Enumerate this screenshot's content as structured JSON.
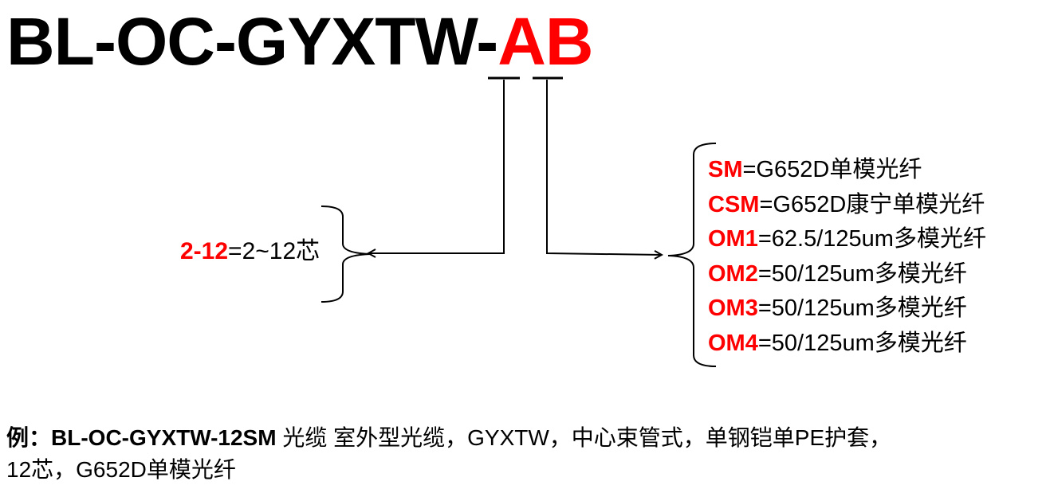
{
  "title": {
    "prefix": "BL-OC-GYXTW-",
    "code_a": "A",
    "code_b": "B"
  },
  "left_option": {
    "code": "2-12",
    "desc": "=2~12芯"
  },
  "right_options": [
    {
      "code": "SM",
      "desc": "=G652D单模光纤"
    },
    {
      "code": "CSM",
      "desc": "=G652D康宁单模光纤"
    },
    {
      "code": "OM1",
      "desc": "=62.5/125um多模光纤"
    },
    {
      "code": "OM2",
      "desc": "=50/125um多模光纤"
    },
    {
      "code": "OM3",
      "desc": "=50/125um多模光纤"
    },
    {
      "code": "OM4",
      "desc": "=50/125um多模光纤"
    }
  ],
  "example": {
    "lead": "例：",
    "model": "BL-OC-GYXTW-12SM",
    "line1_rest": " 光缆 室外型光缆，GYXTW，中心束管式，单钢铠单PE护套，",
    "line2": "12芯，G652D单模光纤"
  },
  "colors": {
    "accent": "#ff0000",
    "text": "#000000"
  }
}
